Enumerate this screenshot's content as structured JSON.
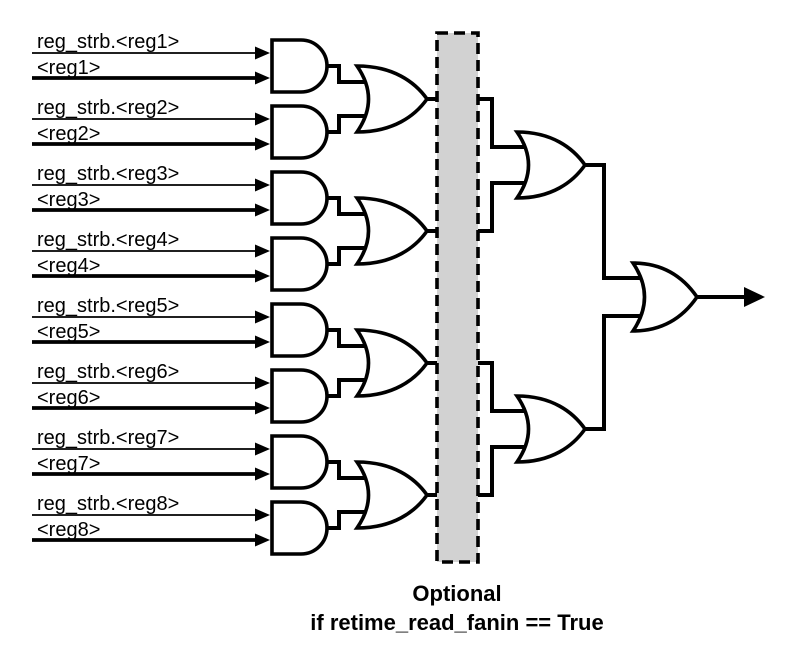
{
  "diagram": {
    "kind": "logic-gate-fanin-tree",
    "colors": {
      "stroke": "#000000",
      "optional_box_fill": "#d2d2d2",
      "background": "#ffffff"
    },
    "inputs": [
      {
        "strb_label": "reg_strb.<reg1>",
        "reg_label": "<reg1>"
      },
      {
        "strb_label": "reg_strb.<reg2>",
        "reg_label": "<reg2>"
      },
      {
        "strb_label": "reg_strb.<reg3>",
        "reg_label": "<reg3>"
      },
      {
        "strb_label": "reg_strb.<reg4>",
        "reg_label": "<reg4>"
      },
      {
        "strb_label": "reg_strb.<reg5>",
        "reg_label": "<reg5>"
      },
      {
        "strb_label": "reg_strb.<reg6>",
        "reg_label": "<reg6>"
      },
      {
        "strb_label": "reg_strb.<reg7>",
        "reg_label": "<reg7>"
      },
      {
        "strb_label": "reg_strb.<reg8>",
        "reg_label": "<reg8>"
      }
    ],
    "gate_counts": {
      "and": 8,
      "or_stage1": 4,
      "or_stage2": 2,
      "or_final": 1
    },
    "caption": {
      "line1": "Optional",
      "line2": "if retime_read_fanin == True"
    }
  }
}
